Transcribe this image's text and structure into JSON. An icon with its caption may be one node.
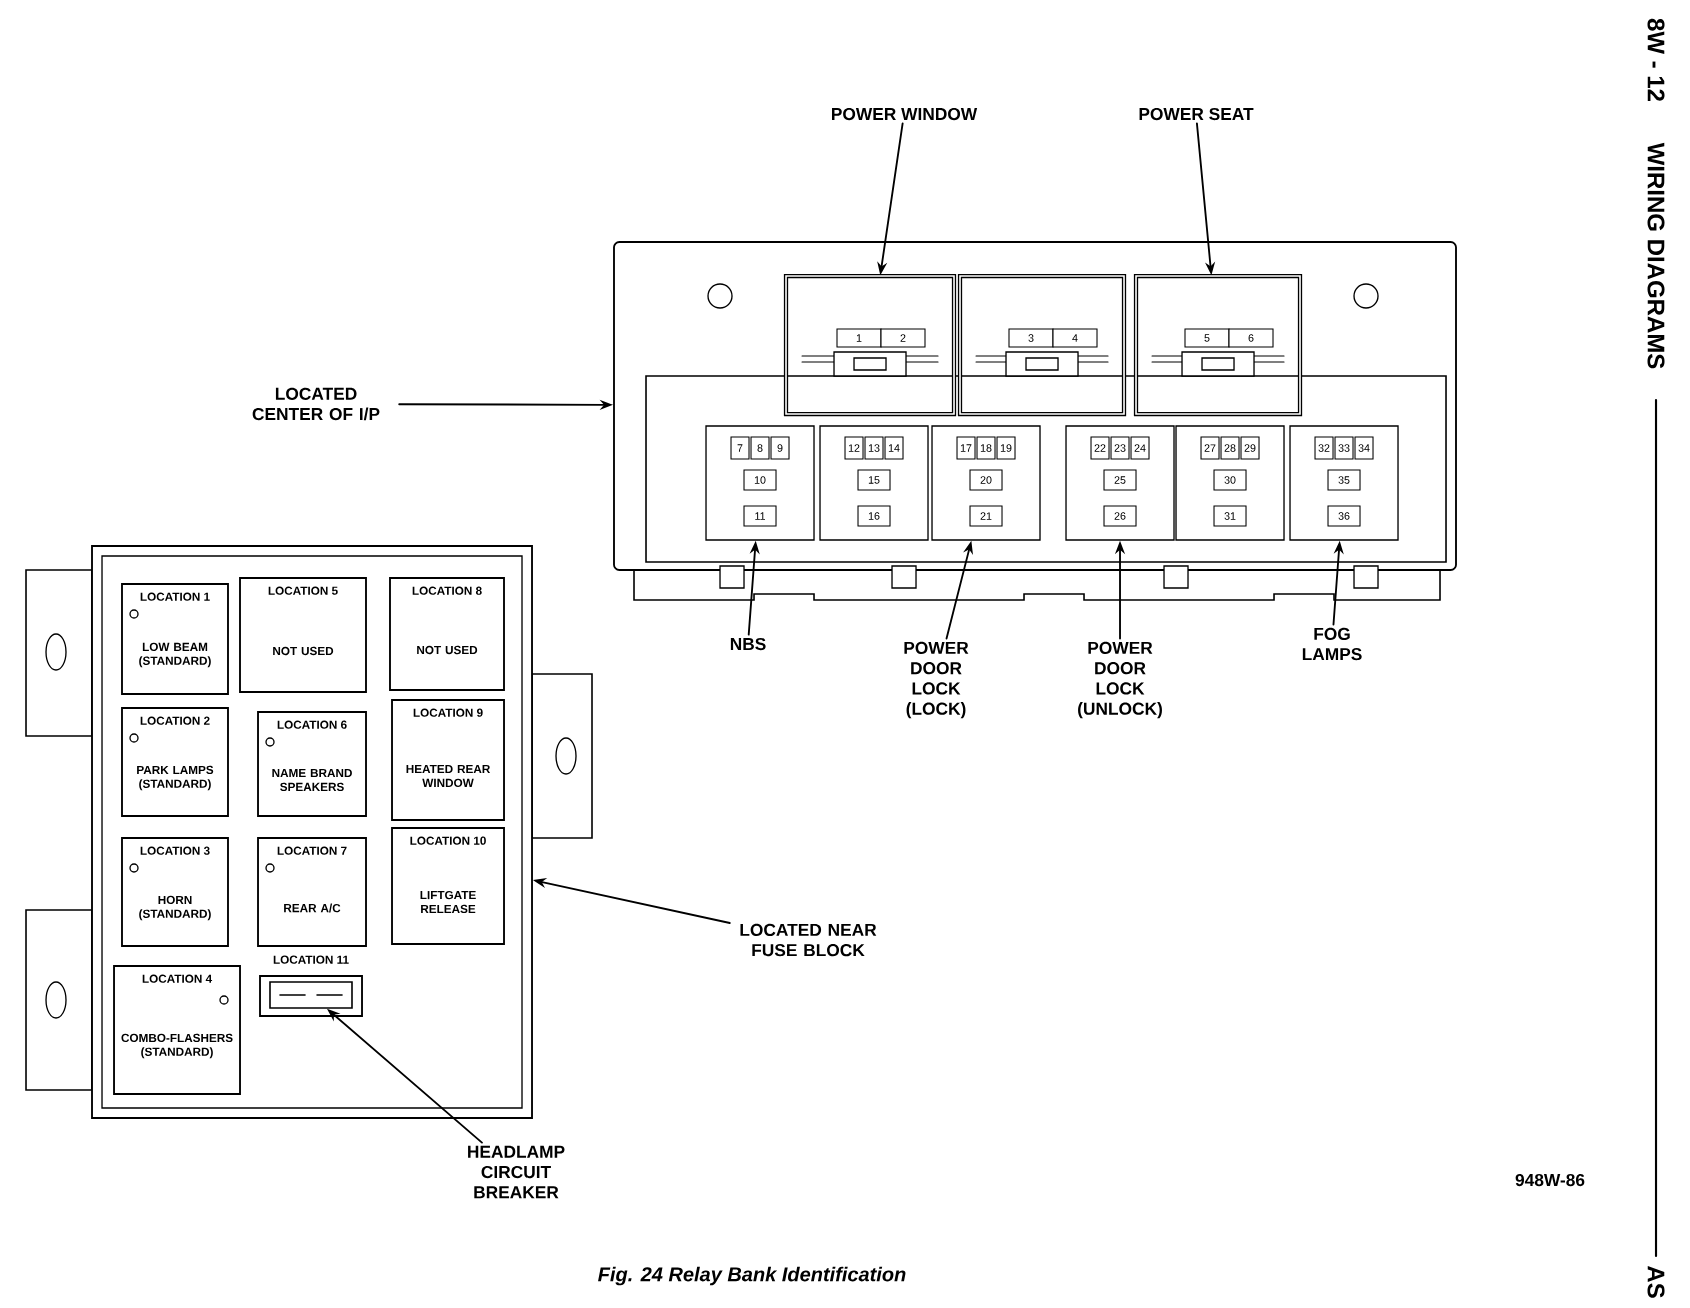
{
  "diagram": {
    "caption": "Fig. 24 Relay Bank Identification",
    "nodes": [
      {
        "text": [
          "POWER WINDOW"
        ]
      },
      {
        "text": [
          "POWER SEAT"
        ]
      },
      {
        "text": [
          "LOCATED CENTER OF I/P"
        ]
      },
      {
        "text": [],
        "shape": "box"
      },
      {
        "text": [
          "1",
          "2"
        ],
        "in": 3
      },
      {
        "text": [
          "3",
          "4"
        ],
        "in": 3
      },
      {
        "text": [
          "5",
          "6"
        ],
        "in": 3
      },
      {
        "text": [
          "7",
          "8",
          "9",
          "10",
          "11"
        ],
        "in": 3
      },
      {
        "text": [
          "12",
          "13",
          "14",
          "15",
          "16"
        ],
        "in": 3
      },
      {
        "text": [
          "17",
          "18",
          "19",
          "20",
          "21"
        ],
        "in": 3
      },
      {
        "text": [
          "22",
          "23",
          "24",
          "25",
          "26"
        ],
        "in": 3
      },
      {
        "text": [
          "27",
          "28",
          "29",
          "30",
          "31"
        ],
        "in": 3
      },
      {
        "text": [
          "32",
          "33",
          "34",
          "35",
          "36"
        ],
        "in": 3
      },
      {
        "text": [
          "NBS"
        ]
      },
      {
        "text": [
          "POWER DOOR LOCK (LOCK)"
        ]
      },
      {
        "text": [
          "POWER DOOR LOCK (UNLOCK)"
        ]
      },
      {
        "text": [
          "FOG LAMPS"
        ]
      },
      {
        "text": [],
        "shape": "box"
      },
      {
        "text": [
          "LOCATION 1",
          "LOW BEAM (STANDARD)"
        ],
        "in": 17
      },
      {
        "text": [
          "LOCATION 5",
          "NOT USED"
        ],
        "in": 17
      },
      {
        "text": [
          "LOCATION 8",
          "NOT USED"
        ],
        "in": 17
      },
      {
        "text": [
          "LOCATION 2",
          "PARK LAMPS (STANDARD)"
        ],
        "in": 17
      },
      {
        "text": [
          "LOCATION 6",
          "NAME BRAND SPEAKERS"
        ],
        "in": 17
      },
      {
        "text": [
          "LOCATION 9",
          "HEATED REAR WINDOW"
        ],
        "in": 17
      },
      {
        "text": [
          "LOCATION 3",
          "HORN (STANDARD)"
        ],
        "in": 17
      },
      {
        "text": [
          "LOCATION 7",
          "REAR A/C"
        ],
        "in": 17
      },
      {
        "text": [
          "LOCATION 10",
          "LIFTGATE RELEASE"
        ],
        "in": 17
      },
      {
        "text": [
          "LOCATION 4",
          "COMBO-FLASHERS (STANDARD)"
        ],
        "in": 17
      },
      {
        "text": [
          "LOCATION 11"
        ],
        "in": 17
      },
      {
        "text": [],
        "shape": "box",
        "in": 28
      },
      {
        "text": [
          "LOCATED NEAR FUSE BLOCK"
        ]
      },
      {
        "text": [
          "HEADLAMP CIRCUIT BREAKER"
        ]
      }
    ],
    "edges": [
      {
        "from": 0,
        "to": 4,
        "arrow": "to"
      },
      {
        "from": 1,
        "to": 6,
        "arrow": "to"
      },
      {
        "from": 2,
        "to": 3,
        "arrow": "to"
      },
      {
        "from": 13,
        "to": 7,
        "arrow": "to"
      },
      {
        "from": 14,
        "to": 9,
        "arrow": "to"
      },
      {
        "from": 15,
        "to": 10,
        "arrow": "to"
      },
      {
        "from": 16,
        "to": 12,
        "arrow": "to"
      },
      {
        "from": 30,
        "to": 17,
        "arrow": "to"
      },
      {
        "from": 31,
        "to": 29,
        "arrow": "to"
      }
    ],
    "labels": [
      "948W-86",
      "8W - 12",
      "WIRING DIAGRAMS",
      "AS"
    ]
  }
}
